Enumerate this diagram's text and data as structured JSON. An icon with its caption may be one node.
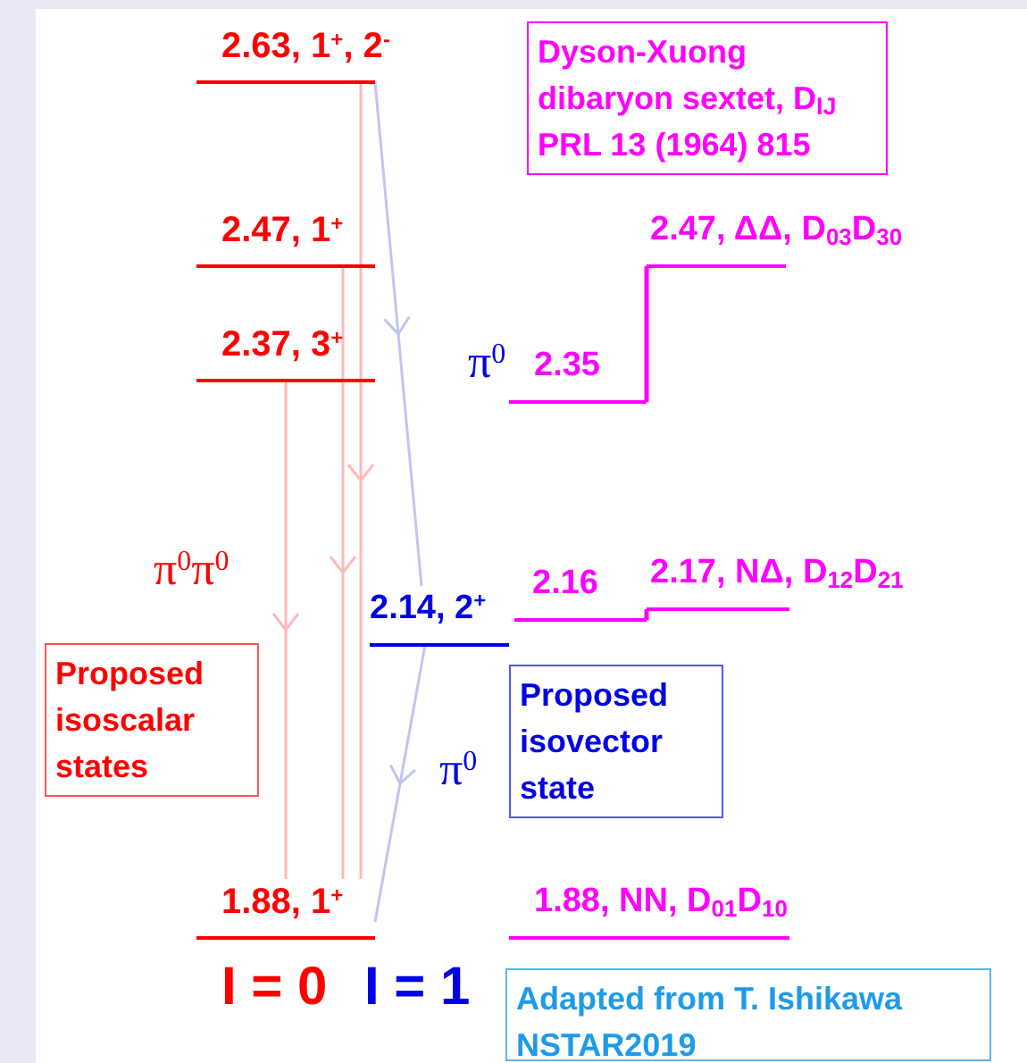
{
  "diagram": {
    "nodes": [
      {
        "text": [
          "Dyson-Xuong dibaryon sextet, D$_{IJ}$ PRL 13 (1964) 815"
        ]
      },
      {
        "text": [
          "2.63, 1$^{+}$, 2$^{-}$"
        ]
      },
      {
        "text": [
          "2.47, 1$^{+}$"
        ]
      },
      {
        "text": [
          "2.47, ΔΔ, D$_{03}$D$_{30}$"
        ]
      },
      {
        "text": [
          "2.37, 3$^{+}$"
        ]
      },
      {
        "text": [
          "2.35"
        ]
      },
      {
        "text": [
          "2.14, 2$^{+}$"
        ]
      },
      {
        "text": [
          "2.16"
        ]
      },
      {
        "text": [
          "2.17, NΔ, D$_{12}$D$_{21}$"
        ]
      },
      {
        "text": [
          "Proposed isoscalar states"
        ]
      },
      {
        "text": [
          "Proposed isovector state"
        ]
      },
      {
        "text": [
          "1.88, 1$^{+}$"
        ]
      },
      {
        "text": [
          "1.88, NN, D$_{01}$D$_{10}$"
        ]
      },
      {
        "text": [
          "Adapted from T. Ishikawa NSTAR2019"
        ]
      }
    ],
    "edges": [
      {
        "from": 1,
        "to": 11,
        "arrow": "to"
      },
      {
        "from": 2,
        "to": 11,
        "arrow": "to"
      },
      {
        "from": 4,
        "to": 11,
        "arrow": "to"
      },
      {
        "from": 1,
        "to": 6,
        "arrow": "to",
        "color": "#c4c4f2"
      },
      {
        "from": 6,
        "to": 11,
        "arrow": "to",
        "color": "#c4c4f2"
      },
      {
        "from": 5,
        "to": 3,
        "arrow": "none",
        "color": "#ff00ff"
      },
      {
        "from": 7,
        "to": 8,
        "arrow": "none",
        "color": "#ff00ff"
      }
    ],
    "labels": [
      "π$^{0}$",
      "π$^{0}$π$^{0}$",
      "π$^{0}$",
      "I = 0",
      "I = 1"
    ]
  }
}
